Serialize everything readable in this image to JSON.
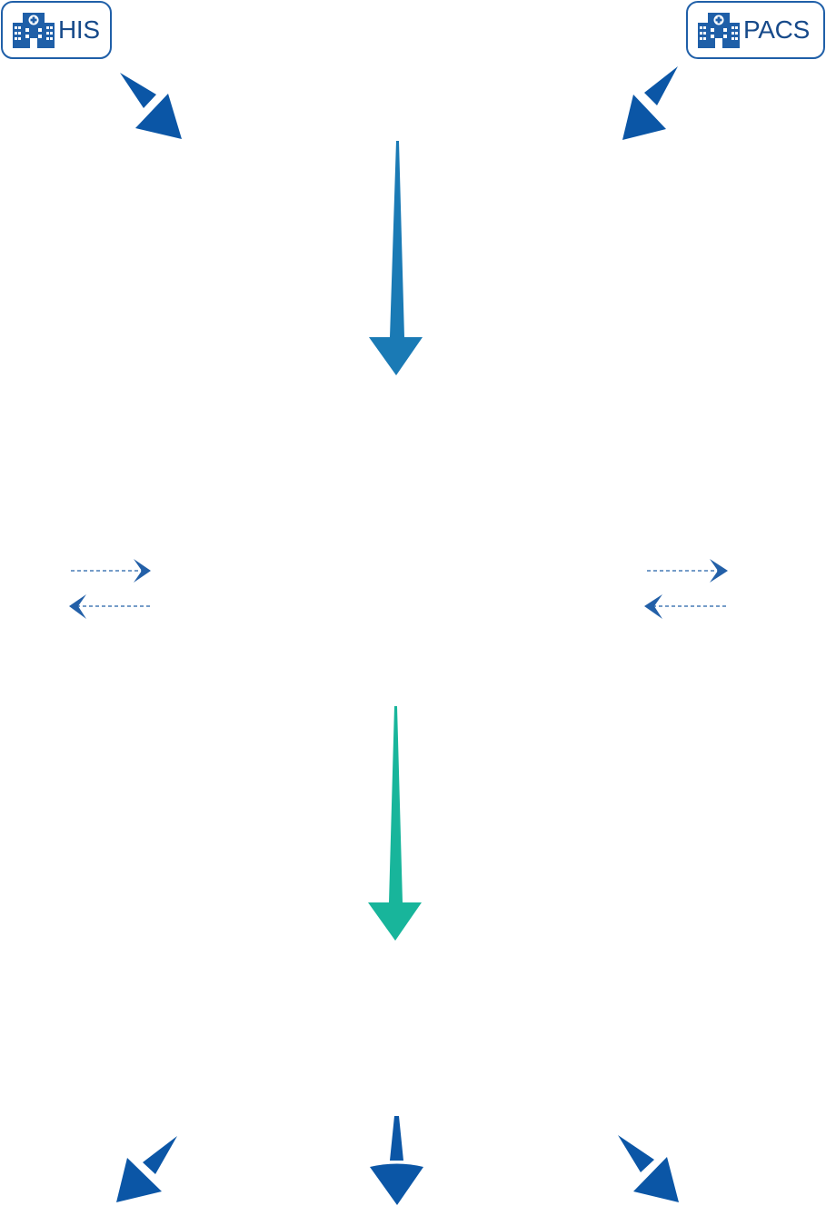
{
  "sources": {
    "his": {
      "label": "HIS",
      "icon": "hospital-building-icon"
    },
    "pacs": {
      "label": "PACS",
      "icon": "hospital-building-icon"
    }
  },
  "colors": {
    "primary_blue": "#0b56a6",
    "flow_blue": "#1a7ab5",
    "flow_teal": "#18b59b",
    "dashed_arrow": "#2360a8",
    "box_border": "#1f5fa8"
  },
  "arrows": [
    {
      "id": "arrow-his-in",
      "style": "solid-wedge",
      "direction": "down-right",
      "color": "primary_blue"
    },
    {
      "id": "arrow-pacs-in",
      "style": "solid-wedge",
      "direction": "down-left",
      "color": "primary_blue"
    },
    {
      "id": "arrow-main-down-1",
      "style": "tapered",
      "direction": "down",
      "color": "flow_blue"
    },
    {
      "id": "arrow-left-exchange",
      "style": "dashed-bidirectional",
      "direction": "left-right",
      "color": "dashed_arrow"
    },
    {
      "id": "arrow-right-exchange",
      "style": "dashed-bidirectional",
      "direction": "left-right",
      "color": "dashed_arrow"
    },
    {
      "id": "arrow-main-down-2",
      "style": "tapered",
      "direction": "down",
      "color": "flow_teal"
    },
    {
      "id": "arrow-out-left",
      "style": "solid-wedge",
      "direction": "down-left",
      "color": "primary_blue"
    },
    {
      "id": "arrow-out-center",
      "style": "solid-wedge",
      "direction": "down",
      "color": "primary_blue"
    },
    {
      "id": "arrow-out-right",
      "style": "solid-wedge",
      "direction": "down-right",
      "color": "primary_blue"
    }
  ]
}
